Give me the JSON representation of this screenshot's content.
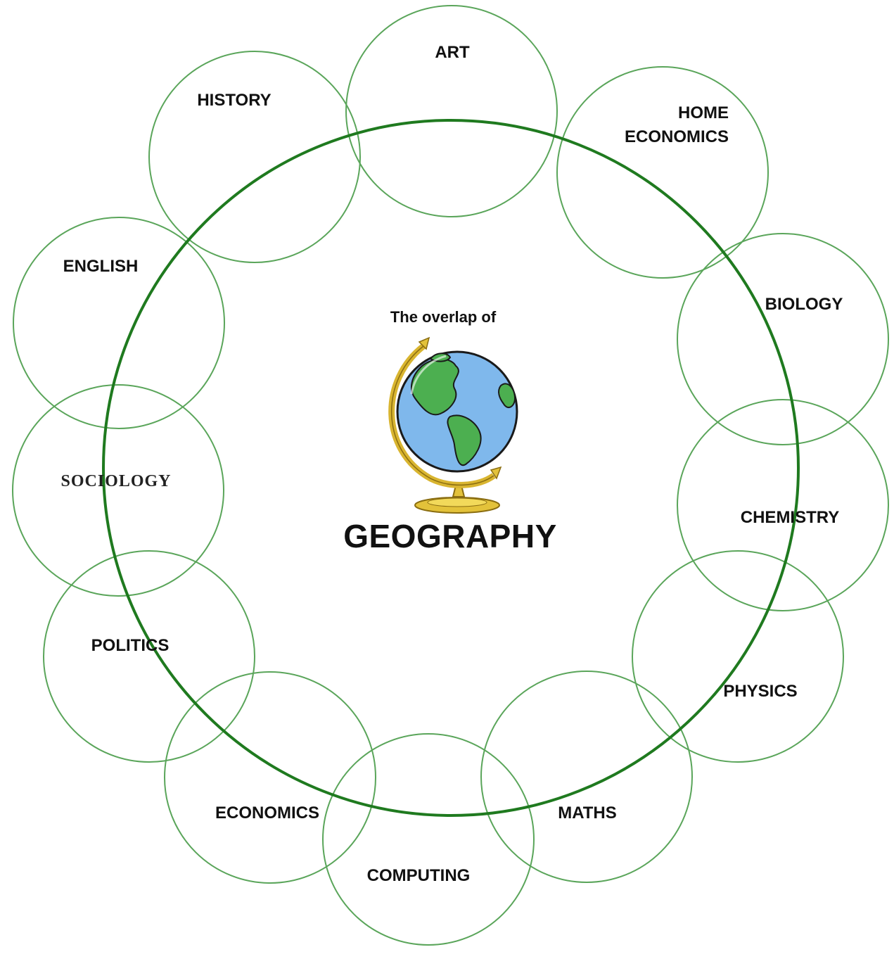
{
  "diagram": {
    "center": {
      "intro": "The overlap of",
      "title": "GEOGRAPHY",
      "icon": "globe-icon"
    },
    "subjects": [
      {
        "id": "art",
        "label": "ART"
      },
      {
        "id": "home-economics",
        "label": "HOME\nECONOMICS"
      },
      {
        "id": "biology",
        "label": "BIOLOGY"
      },
      {
        "id": "chemistry",
        "label": "CHEMISTRY"
      },
      {
        "id": "physics",
        "label": "PHYSICS"
      },
      {
        "id": "maths",
        "label": "MATHS"
      },
      {
        "id": "computing",
        "label": "COMPUTING"
      },
      {
        "id": "economics",
        "label": "ECONOMICS"
      },
      {
        "id": "politics",
        "label": "POLITICS"
      },
      {
        "id": "sociology",
        "label": "SOCIOLOGY"
      },
      {
        "id": "english",
        "label": "ENGLISH"
      },
      {
        "id": "history",
        "label": "HISTORY"
      }
    ],
    "colors": {
      "main_ring": "#1f7a1f",
      "subject_ring": "#5aa55a",
      "globe_ocean": "#7fb8ec",
      "globe_land": "#4caf50",
      "globe_stand": "#e3c23a"
    }
  }
}
